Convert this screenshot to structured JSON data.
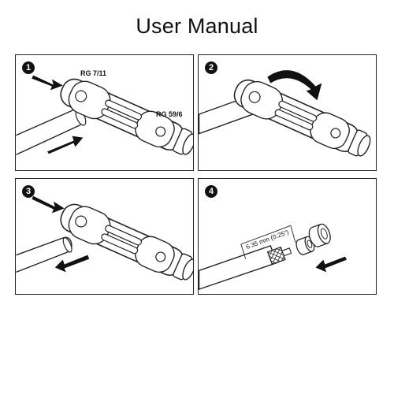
{
  "title": "User Manual",
  "steps": [
    {
      "number": "1",
      "labels": [
        "RG 7/11",
        "RG 59/6"
      ]
    },
    {
      "number": "2"
    },
    {
      "number": "3"
    },
    {
      "number": "4",
      "dimension": "6.35 mm (0.25\")"
    }
  ]
}
